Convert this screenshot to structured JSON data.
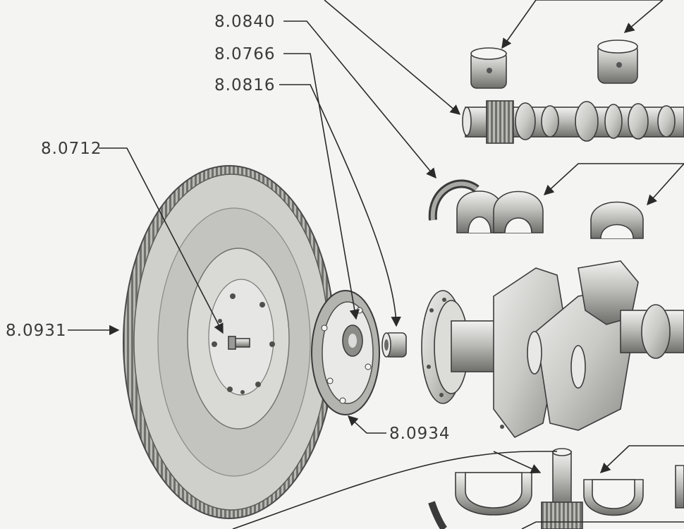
{
  "callouts": [
    {
      "id": "c1",
      "label": "8.0840"
    },
    {
      "id": "c2",
      "label": "8.0766"
    },
    {
      "id": "c3",
      "label": "8.0816"
    },
    {
      "id": "c4",
      "label": "8.0712"
    },
    {
      "id": "c5",
      "label": "8.0931"
    },
    {
      "id": "c6",
      "label": "8.0934"
    }
  ],
  "parts": [
    "camshaft-bearing-shell",
    "camshaft",
    "thrust-half-washer",
    "main-bearing-shell",
    "flywheel-ring-gear",
    "flywheel-bolt",
    "flywheel-gasket",
    "pilot-bushing",
    "crankshaft",
    "oil-pump-drive-shaft"
  ],
  "colors": {
    "background": "#f4f4f2",
    "metal": "#d8d8d5",
    "shadow": "#8f8f8c",
    "ink": "#2a2a2a"
  }
}
